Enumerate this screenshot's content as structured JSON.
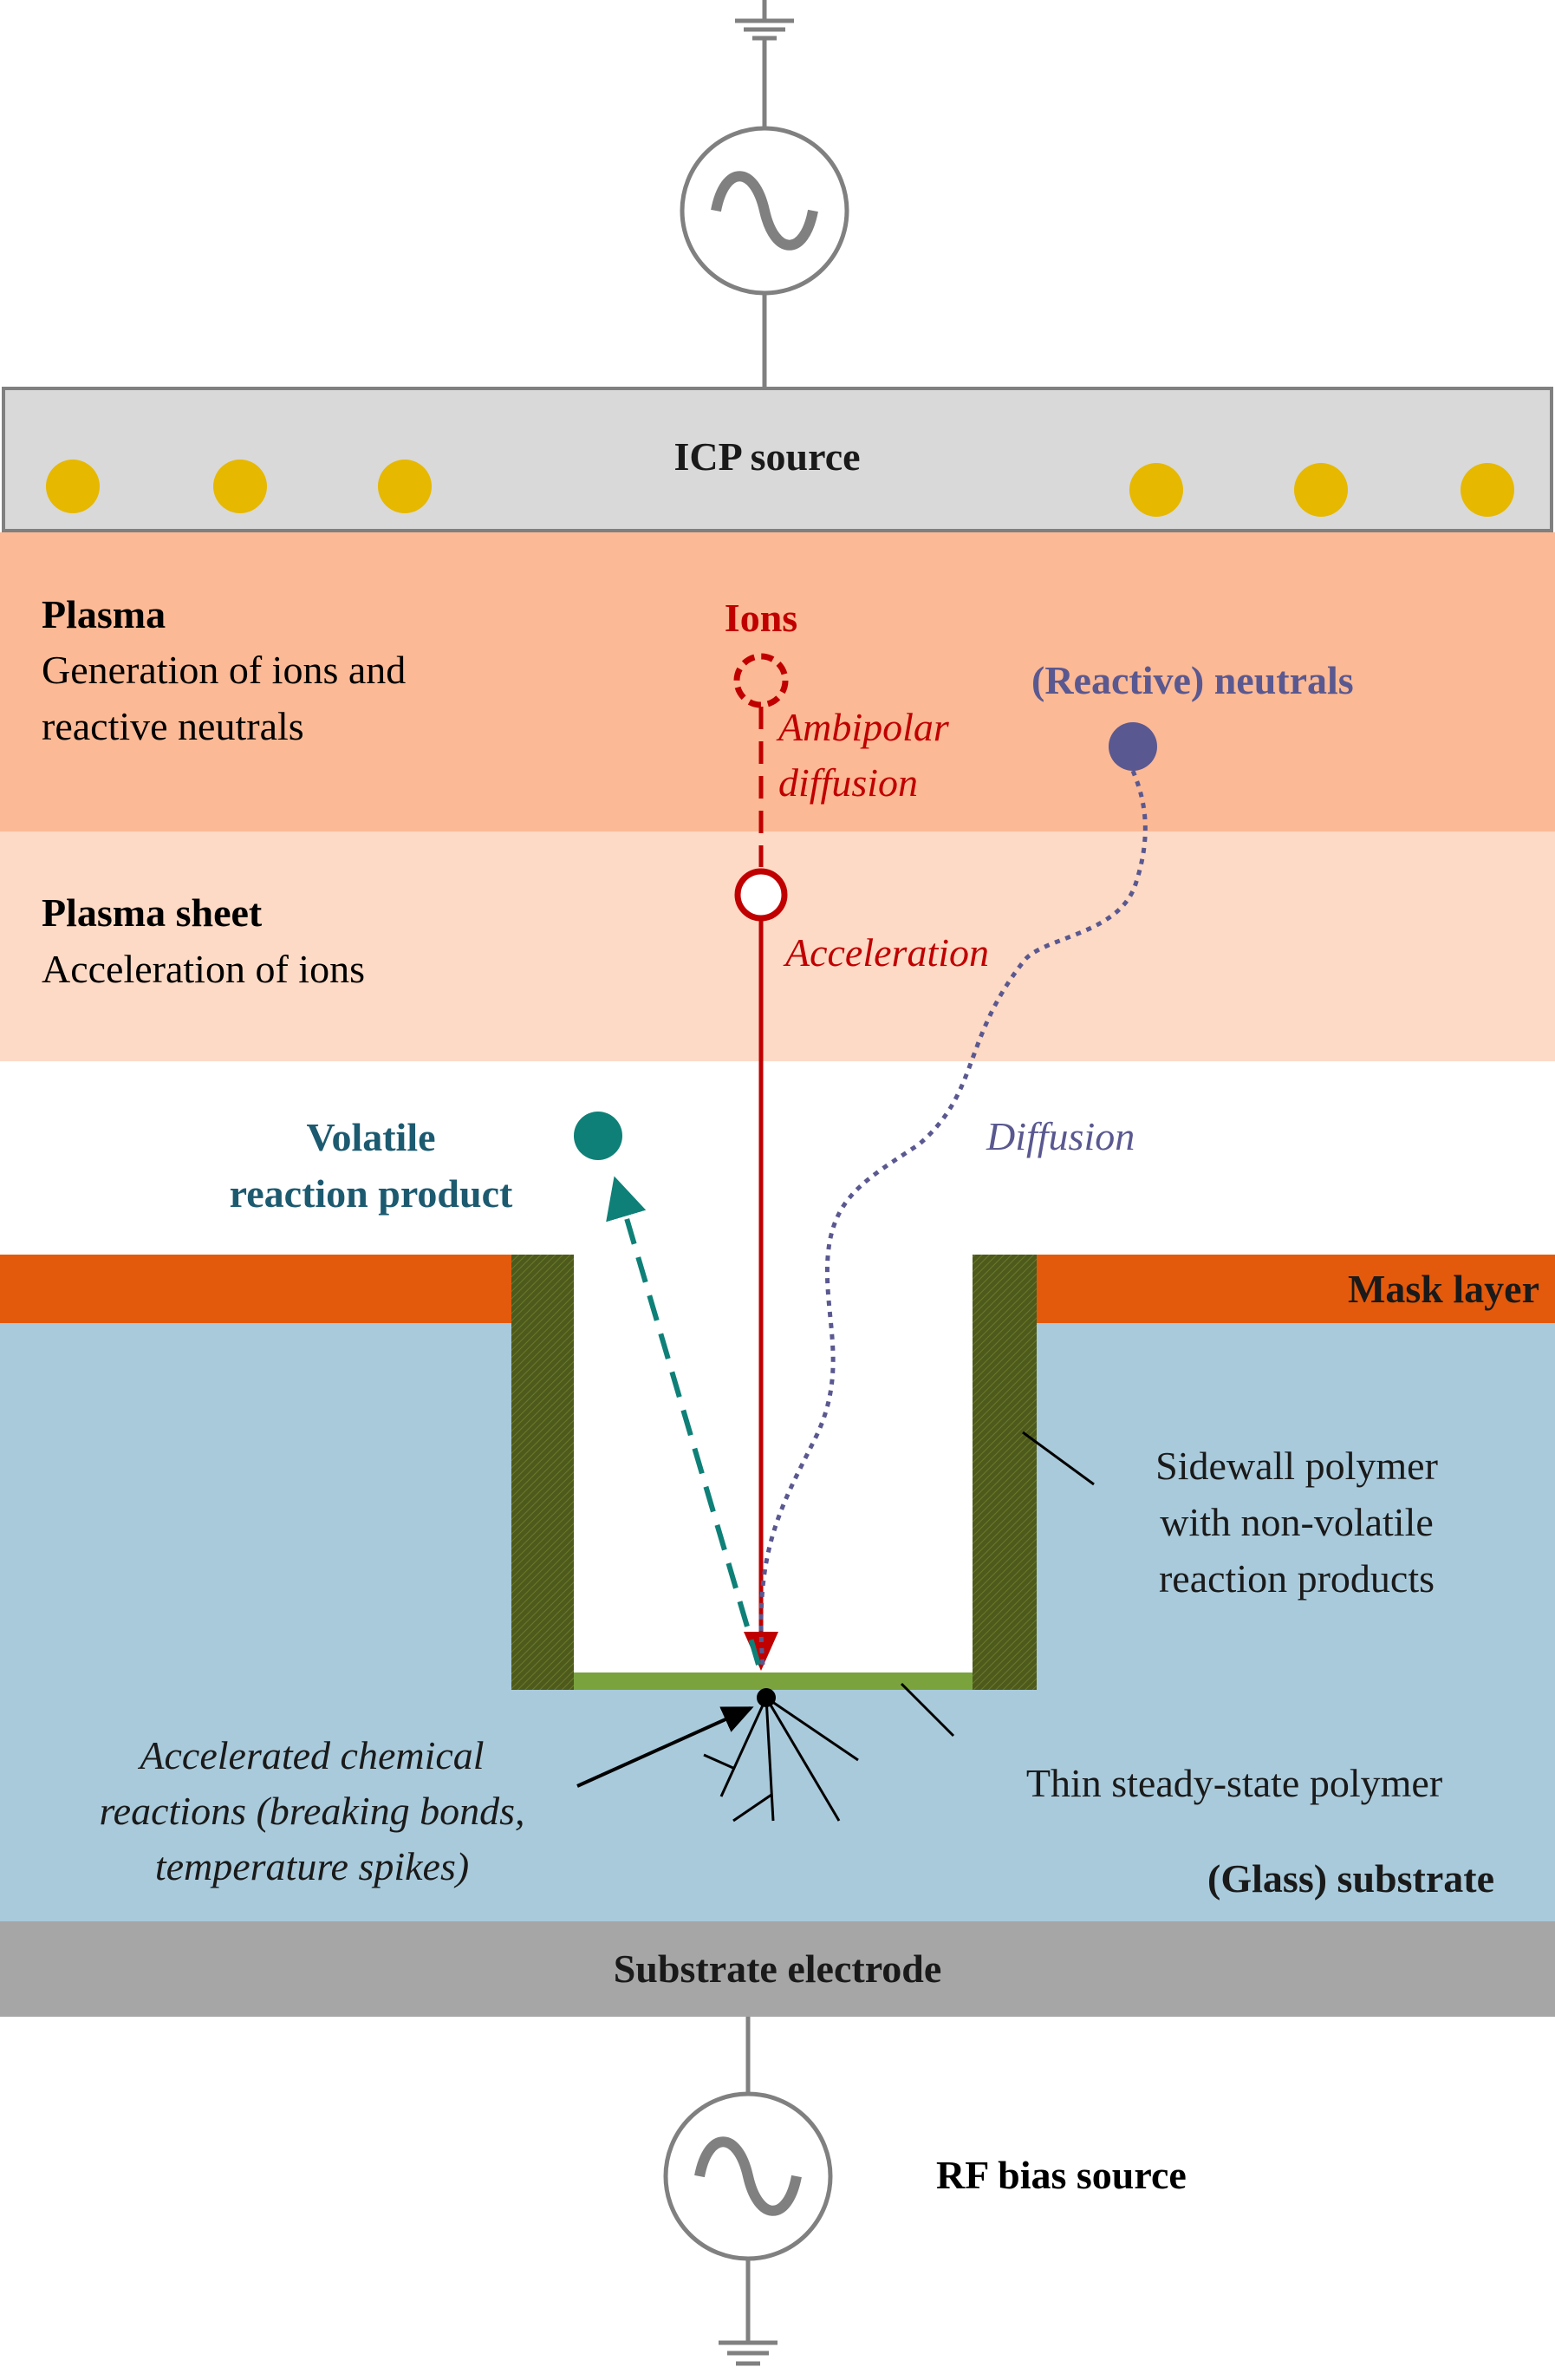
{
  "labels": {
    "icp_source": "ICP source",
    "plasma_title": "Plasma",
    "plasma_desc_line1": "Generation of ions and",
    "plasma_desc_line2": "reactive neutrals",
    "sheet_title": "Plasma sheet",
    "sheet_desc": "Acceleration of ions",
    "ions": "Ions",
    "ambipolar_line1": "Ambipolar",
    "ambipolar_line2": "diffusion",
    "acceleration": "Acceleration",
    "neutrals": "(Reactive) neutrals",
    "diffusion": "Diffusion",
    "volatile_line1": "Volatile",
    "volatile_line2": "reaction product",
    "mask_layer": "Mask layer",
    "sidewall_line1": "Sidewall polymer",
    "sidewall_line2": "with non-volatile",
    "sidewall_line3": "reaction products",
    "accel_chem_line1": "Accelerated chemical",
    "accel_chem_line2": "reactions (breaking bonds,",
    "accel_chem_line3": "temperature spikes)",
    "thin_polymer": "Thin steady-state polymer",
    "glass_substrate": "(Glass) substrate",
    "substrate_electrode": "Substrate electrode",
    "rf_bias": "RF bias source"
  },
  "icons": {
    "top_source": "ac-source-icon",
    "bottom_source": "ac-source-icon",
    "ground": "ground-icon"
  },
  "colors": {
    "icp_fill": "#d9d9d9",
    "coil_dot": "#e6b800",
    "plasma": "#fbb995",
    "sheet": "#fddac5",
    "mask": "#e35a0c",
    "substrate": "#a9cadb",
    "sidewall": "#4d5a1c",
    "thin_polymer": "#7aa33e",
    "electrode": "#a6a6a6",
    "ion": "#c00000",
    "neutral": "#5a5890",
    "product": "#0e8077",
    "product_text": "#1c5a70",
    "wire": "#808080"
  }
}
